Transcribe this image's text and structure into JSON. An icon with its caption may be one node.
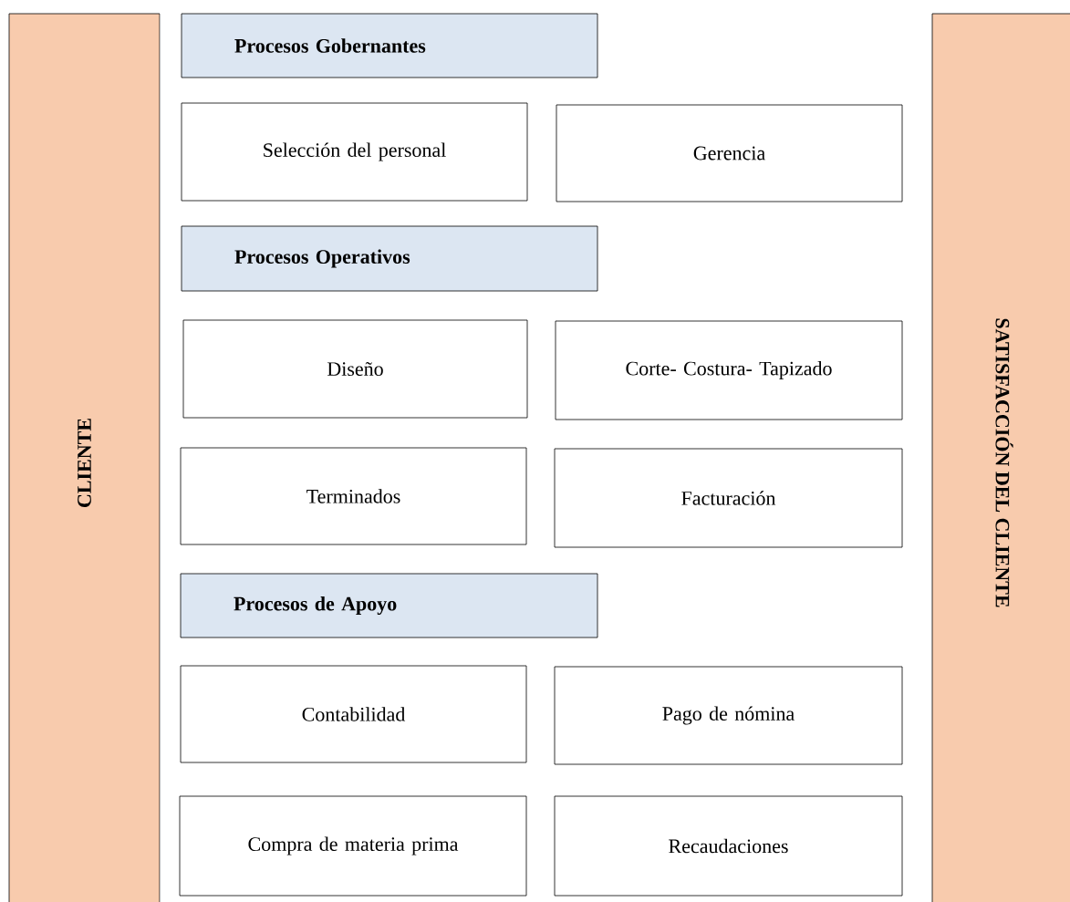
{
  "diagram": {
    "nodes": [
      {
        "text": [
          "CLIENTE"
        ]
      },
      {
        "text": [
          "Procesos Gobernantes"
        ]
      },
      {
        "text": [
          "Selección del personal"
        ]
      },
      {
        "text": [
          "Gerencia"
        ]
      },
      {
        "text": [
          "Procesos Operativos"
        ]
      },
      {
        "text": [
          "Diseño"
        ]
      },
      {
        "text": [
          "Corte- Costura- Tapizado"
        ]
      },
      {
        "text": [
          "Terminados"
        ]
      },
      {
        "text": [
          "Facturación"
        ]
      },
      {
        "text": [
          "Procesos de Apoyo"
        ]
      },
      {
        "text": [
          "Contabilidad"
        ]
      },
      {
        "text": [
          "Pago de nómina"
        ]
      },
      {
        "text": [
          "Compra de materia prima"
        ]
      },
      {
        "text": [
          "Recaudaciones"
        ]
      },
      {
        "text": [
          "SATISFACCIÓN DEL CLIENTE"
        ]
      }
    ],
    "edges": []
  }
}
